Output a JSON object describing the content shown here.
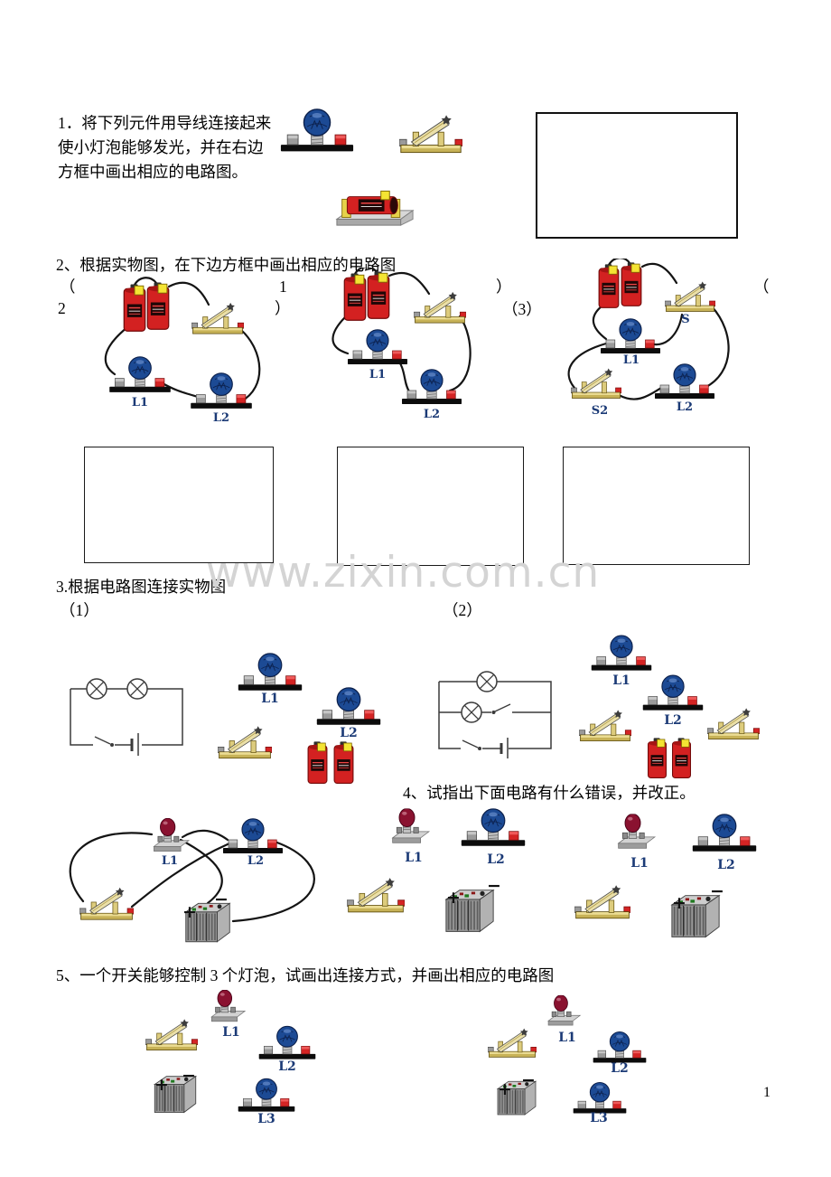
{
  "page": {
    "watermark": "www.zixin.com.cn",
    "page_number": "1"
  },
  "q1": {
    "line1": "1．将下列元件用导线连接起来",
    "line2": "使小灯泡能够发光，并在右边",
    "line3": "方框中画出相应的电路图。"
  },
  "q2": {
    "title": "2、根据实物图，在下边方框中画出相应的电路图",
    "mark_open_left": "（",
    "mark_num1": "1",
    "mark_close1": "）",
    "mark_num2": "2",
    "mark_close2": "）",
    "mark_3": "（3）",
    "mark_open_right": "（",
    "c1": {
      "l1": "L1",
      "l2": "L2"
    },
    "c2": {
      "l1": "L1",
      "l2": "L2"
    },
    "c3": {
      "s": "S",
      "s2": "S2",
      "l1": "L1",
      "l2": "L2"
    }
  },
  "q3": {
    "title": "3.根据电路图连接实物图",
    "p1_label": "（1）",
    "p2_label": "（2）",
    "p1": {
      "l1": "L1",
      "l2": "L2"
    },
    "p2": {
      "l1": "L1",
      "l2": "L2"
    }
  },
  "q4": {
    "title": "4、试指出下面电路有什么错误，并改正。",
    "s1": {
      "l1": "L1",
      "l2": "L2",
      "plus": "+",
      "minus": "−"
    },
    "s2": {
      "l1": "L1",
      "l2": "L2",
      "plus": "+",
      "minus": "−"
    },
    "s3": {
      "l1": "L1",
      "l2": "L2",
      "plus": "+",
      "minus": "−"
    }
  },
  "q5": {
    "title": "5、一个开关能够控制 3 个灯泡，试画出连接方式，并画出相应的电路图",
    "s1": {
      "l1": "L1",
      "l2": "L2",
      "l3": "L3",
      "plus": "+",
      "minus": "−"
    },
    "s2": {
      "l1": "L1",
      "l2": "L2",
      "l3": "L3",
      "plus": "+",
      "minus": "−"
    }
  }
}
